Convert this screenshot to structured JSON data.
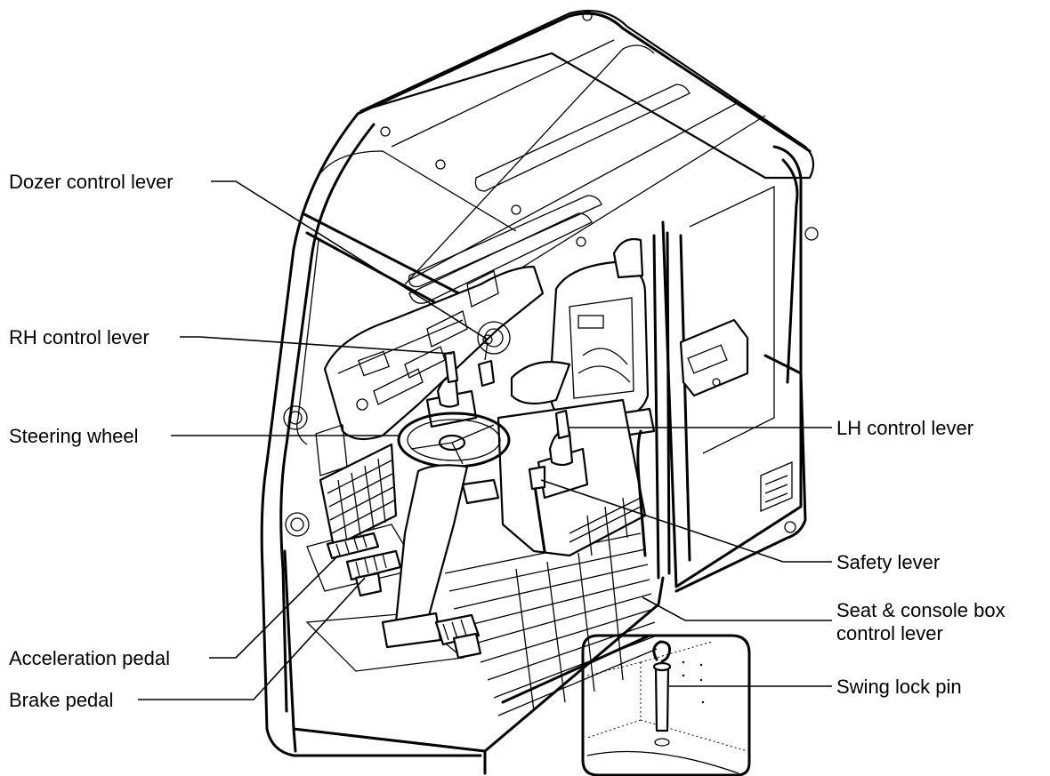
{
  "labels": {
    "dozer_control_lever": "Dozer control lever",
    "rh_control_lever": "RH control lever",
    "steering_wheel": "Steering wheel",
    "acceleration_pedal": "Acceleration pedal",
    "brake_pedal": "Brake pedal",
    "lh_control_lever": "LH control lever",
    "safety_lever": "Safety lever",
    "seat_console_line1": "Seat & console box",
    "seat_console_line2": "control lever",
    "swing_lock_pin": "Swing lock pin"
  }
}
